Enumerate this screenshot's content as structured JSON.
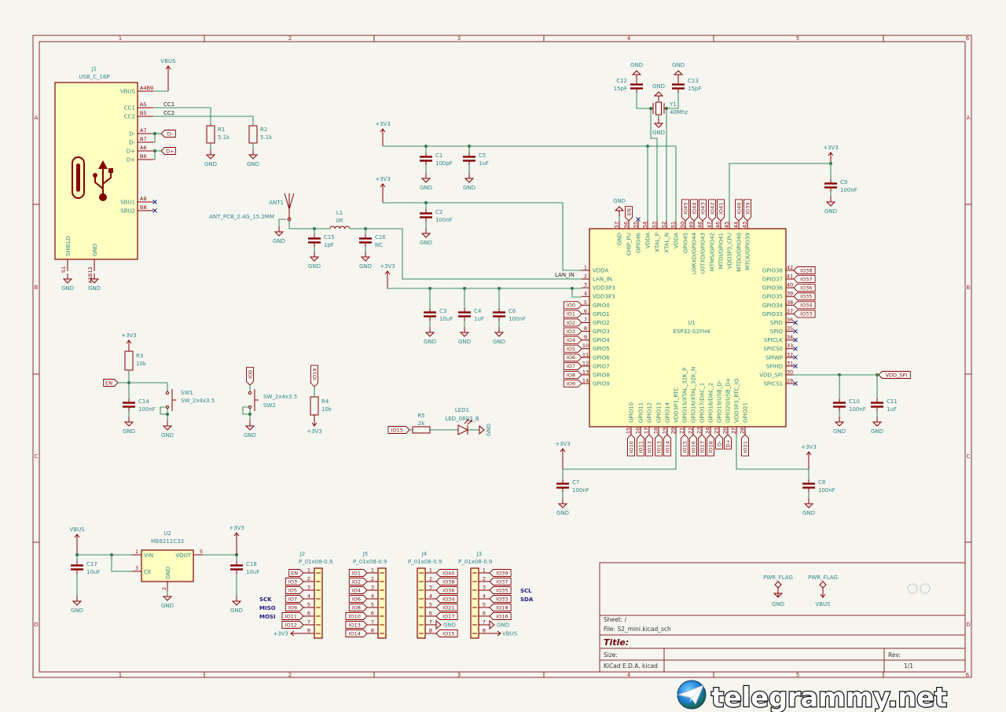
{
  "frame": {
    "cols": [
      "1",
      "2",
      "3",
      "4",
      "5",
      "6"
    ],
    "rows": [
      "A",
      "B",
      "C",
      "D"
    ]
  },
  "power": {
    "gnd": "GND",
    "v33": "+3V3",
    "vbus": "VBUS",
    "pwr_flag": "PWR_FLAG"
  },
  "nets": {
    "cc1": "CC1",
    "cc2": "CC2",
    "dm": "D-",
    "dp": "D+",
    "lan_in": "LAN_IN",
    "vdd_spi": "VDD_SPI",
    "en": "EN",
    "io0": "IO0",
    "io18": "IO18",
    "io15": "IO15"
  },
  "j1": {
    "ref": "J1",
    "value": "USB_C_16P",
    "pins": [
      {
        "name": "VBUS",
        "num": "A4B9"
      },
      {
        "name": "CC1",
        "num": "A5"
      },
      {
        "name": "CC2",
        "num": "B5"
      },
      {
        "name": "D-",
        "num": "A7"
      },
      {
        "name": "D-",
        "num": "B7"
      },
      {
        "name": "D+",
        "num": "A6"
      },
      {
        "name": "D+",
        "num": "B6"
      },
      {
        "name": "SBU1",
        "num": "A8"
      },
      {
        "name": "SBU2",
        "num": "B8"
      }
    ],
    "bottom_pins": [
      {
        "name": "SHIELD",
        "num": "S1"
      },
      {
        "name": "GND",
        "num": "A1B12"
      }
    ]
  },
  "components": {
    "R1": {
      "ref": "R1",
      "value": "5.1k"
    },
    "R2": {
      "ref": "R2",
      "value": "5.1k"
    },
    "R3": {
      "ref": "R3",
      "value": "10k"
    },
    "R4": {
      "ref": "R4",
      "value": "10k"
    },
    "R5": {
      "ref": "R5",
      "value": "2k"
    },
    "C1": {
      "ref": "C1",
      "value": "100pF"
    },
    "C2": {
      "ref": "C2",
      "value": "100nF"
    },
    "C3": {
      "ref": "C3",
      "value": "10uF"
    },
    "C4": {
      "ref": "C4",
      "value": "1uF"
    },
    "C5": {
      "ref": "C5",
      "value": "1uF"
    },
    "C6": {
      "ref": "C6",
      "value": "100nF"
    },
    "C7": {
      "ref": "C7",
      "value": "100nF"
    },
    "C8": {
      "ref": "C8",
      "value": "100nF"
    },
    "C9": {
      "ref": "C9",
      "value": "100nF"
    },
    "C10": {
      "ref": "C10",
      "value": "100nF"
    },
    "C11": {
      "ref": "C11",
      "value": "1uF"
    },
    "C12": {
      "ref": "C12",
      "value": "15pF"
    },
    "C13": {
      "ref": "C13",
      "value": "15pF"
    },
    "C14": {
      "ref": "C14",
      "value": "100nF"
    },
    "C15": {
      "ref": "C15",
      "value": "1pF"
    },
    "C16": {
      "ref": "C16",
      "value": "NC"
    },
    "C17": {
      "ref": "C17",
      "value": "10uF"
    },
    "C18": {
      "ref": "C18",
      "value": "10uF"
    },
    "L1": {
      "ref": "L1",
      "value": "0R"
    },
    "Y1": {
      "ref": "Y1",
      "value": "40Mhz"
    },
    "ANT1": {
      "ref": "ANT1",
      "value": "ANT_PCB_2.4G_15.2MM"
    },
    "SW1": {
      "ref": "SW1",
      "value": "SW_2x4x3.5"
    },
    "SW2": {
      "ref": "SW2",
      "value": "SW_2x4x3.5"
    },
    "LED1": {
      "ref": "LED1",
      "value": "LED_0603_B"
    }
  },
  "u1": {
    "ref": "U1",
    "value": "ESP32-S2FH4",
    "left_pins": [
      {
        "num": "1",
        "name": "VDDA"
      },
      {
        "num": "2",
        "name": "LAN_IN"
      },
      {
        "num": "3",
        "name": "VDD3P3"
      },
      {
        "num": "4",
        "name": "VDD3P3"
      },
      {
        "num": "5",
        "name": "GPIO0",
        "label": "IO0"
      },
      {
        "num": "6",
        "name": "GPIO1",
        "label": "IO1"
      },
      {
        "num": "7",
        "name": "GPIO2",
        "label": "IO2"
      },
      {
        "num": "8",
        "name": "GPIO3",
        "label": "IO3"
      },
      {
        "num": "9",
        "name": "GPIO4",
        "label": "IO4"
      },
      {
        "num": "10",
        "name": "GPIO5",
        "label": "IO5"
      },
      {
        "num": "11",
        "name": "GPIO6",
        "label": "IO6"
      },
      {
        "num": "12",
        "name": "GPIO7",
        "label": "IO7"
      },
      {
        "num": "13",
        "name": "GPIO8",
        "label": "IO8"
      },
      {
        "num": "14",
        "name": "GPIO9",
        "label": "IO9"
      }
    ],
    "right_pins": [
      {
        "num": "42",
        "name": "GPIO38",
        "label": "IO38"
      },
      {
        "num": "41",
        "name": "GPIO37",
        "label": "IO37"
      },
      {
        "num": "40",
        "name": "GPIO36",
        "label": "IO36"
      },
      {
        "num": "39",
        "name": "GPIO35",
        "label": "IO35"
      },
      {
        "num": "38",
        "name": "GPIO34",
        "label": "IO34"
      },
      {
        "num": "37",
        "name": "GPIO33",
        "label": "IO33"
      },
      {
        "num": "36",
        "name": "SPID",
        "nc": true
      },
      {
        "num": "35",
        "name": "SPIQ",
        "nc": true
      },
      {
        "num": "34",
        "name": "SPICLK",
        "nc": true
      },
      {
        "num": "33",
        "name": "SPICS0",
        "nc": true
      },
      {
        "num": "32",
        "name": "SPIWP",
        "nc": true
      },
      {
        "num": "31",
        "name": "SPIHD",
        "nc": true
      },
      {
        "num": "30",
        "name": "VDD_SPI"
      },
      {
        "num": "29",
        "name": "SPICS1",
        "nc": true
      }
    ],
    "top_pins": [
      {
        "num": "57",
        "name": "GND"
      },
      {
        "num": "56",
        "name": "CHIP_PU",
        "label": "EN"
      },
      {
        "num": "55",
        "name": "GPIO46",
        "nc": true
      },
      {
        "num": "54",
        "name": "VDDA"
      },
      {
        "num": "53",
        "name": "XTAL_P"
      },
      {
        "num": "52",
        "name": "XTAL_N"
      },
      {
        "num": "51",
        "name": "VDDA"
      },
      {
        "num": "50",
        "name": "GPIO45",
        "label": "IO45"
      },
      {
        "num": "49",
        "name": "U0RXD/GPIO44",
        "label": "IO44"
      },
      {
        "num": "48",
        "name": "U0TXD/GPIO43",
        "label": "IO43"
      },
      {
        "num": "47",
        "name": "MTMS/GPIO42",
        "label": "IO42"
      },
      {
        "num": "46",
        "name": "MTDI/GPIO41",
        "label": "IO41"
      },
      {
        "num": "45",
        "name": "VDD3P3_CPU"
      },
      {
        "num": "44",
        "name": "MTDO/GPIO40",
        "label": "IO40"
      },
      {
        "num": "43",
        "name": "MTCK/GPIO39",
        "label": "IO39"
      }
    ],
    "bottom_pins": [
      {
        "num": "15",
        "name": "GPIO10",
        "label": "IO10"
      },
      {
        "num": "16",
        "name": "GPIO11",
        "label": "IO11"
      },
      {
        "num": "17",
        "name": "GPIO12",
        "label": "IO12"
      },
      {
        "num": "18",
        "name": "GPIO13",
        "label": "IO13"
      },
      {
        "num": "19",
        "name": "GPIO14",
        "label": "IO14"
      },
      {
        "num": "20",
        "name": "VDD3P3_RTC"
      },
      {
        "num": "21",
        "name": "GPIO15/XTAL_32K_P",
        "label": "IO15"
      },
      {
        "num": "22",
        "name": "GPIO16/XTAL_32K_N",
        "label": "IO16"
      },
      {
        "num": "23",
        "name": "GPIO17/DAC_1",
        "label": "IO17"
      },
      {
        "num": "24",
        "name": "GPIO18/DAC_2",
        "label": "IO18"
      },
      {
        "num": "25",
        "name": "GPIO19/USB_D-",
        "label": "D-"
      },
      {
        "num": "26",
        "name": "GPIO20/USB_D+",
        "label": "D+"
      },
      {
        "num": "27",
        "name": "VDD3P3_RTC_IO"
      },
      {
        "num": "28",
        "name": "GPIO21",
        "label": "IO21"
      }
    ]
  },
  "u2": {
    "ref": "U2",
    "value": "ME6211C33",
    "pins": [
      {
        "num": "1",
        "name": "VIN"
      },
      {
        "num": "3",
        "name": "CE"
      },
      {
        "num": "5",
        "name": "VOUT"
      },
      {
        "num": "2",
        "name": "GND"
      }
    ]
  },
  "headers": [
    {
      "ref": "J2",
      "value": "P_01x08-0.9",
      "side": "left",
      "pins": [
        {
          "num": "1",
          "net": "EN"
        },
        {
          "num": "2",
          "net": "IO3"
        },
        {
          "num": "3",
          "net": "IO5"
        },
        {
          "num": "4",
          "net": "IO7"
        },
        {
          "num": "5",
          "net": "IO9"
        },
        {
          "num": "6",
          "net": "IO11"
        },
        {
          "num": "7",
          "net": "IO12"
        },
        {
          "num": "8",
          "net": "+3V3",
          "power": true
        }
      ]
    },
    {
      "ref": "J5",
      "value": "P_01x08-0.9",
      "side": "left",
      "pins": [
        {
          "num": "1",
          "net": "IO1"
        },
        {
          "num": "2",
          "net": "IO2"
        },
        {
          "num": "3",
          "net": "IO4"
        },
        {
          "num": "4",
          "net": "IO6"
        },
        {
          "num": "5",
          "net": "IO8"
        },
        {
          "num": "6",
          "net": "IO10"
        },
        {
          "num": "7",
          "net": "IO13"
        },
        {
          "num": "8",
          "net": "IO14"
        }
      ]
    },
    {
      "ref": "J4",
      "value": "P_01x08-0.9",
      "side": "right",
      "pins": [
        {
          "num": "1",
          "net": "IO40"
        },
        {
          "num": "2",
          "net": "IO38"
        },
        {
          "num": "3",
          "net": "IO36"
        },
        {
          "num": "4",
          "net": "IO34"
        },
        {
          "num": "5",
          "net": "IO21"
        },
        {
          "num": "6",
          "net": "IO17"
        },
        {
          "num": "7",
          "net": "GND",
          "power": true
        },
        {
          "num": "8",
          "net": "IO15"
        }
      ]
    },
    {
      "ref": "J3",
      "value": "P_01x08-0.9",
      "side": "right",
      "pins": [
        {
          "num": "1",
          "net": "IO39"
        },
        {
          "num": "2",
          "net": "IO37"
        },
        {
          "num": "3",
          "net": "IO35"
        },
        {
          "num": "4",
          "net": "IO33"
        },
        {
          "num": "5",
          "net": "IO18"
        },
        {
          "num": "6",
          "net": "IO16"
        },
        {
          "num": "7",
          "net": "GND",
          "power": true
        },
        {
          "num": "8",
          "net": "VBUS",
          "power": true
        }
      ]
    }
  ],
  "annotations": {
    "sck": "SCK",
    "miso": "MISO",
    "mosi": "MOSI",
    "scl": "SCL",
    "sda": "SDA"
  },
  "title_block": {
    "sheet": "Sheet: /",
    "file": "File: S2_mini.kicad_sch",
    "title": "Title:",
    "size": "Size:",
    "kicad": "KiCad E.D.A. kicad",
    "rev": "Rev:",
    "id": "1/1"
  },
  "watermark": "telegrammy.net"
}
